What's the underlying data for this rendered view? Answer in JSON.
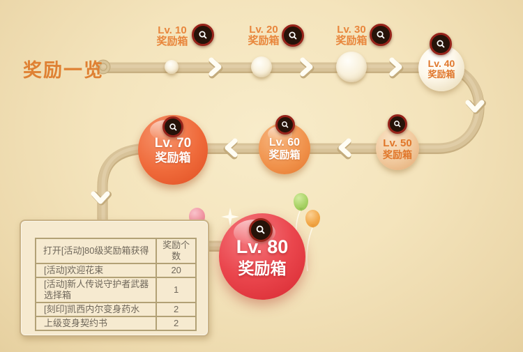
{
  "title": "奖励一览",
  "milestones": [
    {
      "level": "Lv. 10",
      "box": "奖励箱"
    },
    {
      "level": "Lv. 20",
      "box": "奖励箱"
    },
    {
      "level": "Lv. 30",
      "box": "奖励箱"
    },
    {
      "level": "Lv. 40",
      "box": "奖励箱"
    },
    {
      "level": "Lv. 50",
      "box": "奖励箱"
    },
    {
      "level": "Lv. 60",
      "box": "奖励箱"
    },
    {
      "level": "Lv. 70",
      "box": "奖励箱"
    },
    {
      "level": "Lv. 80",
      "box": "奖励箱"
    }
  ],
  "reward_table": {
    "header": {
      "item": "打开[活动]80级奖励箱获得",
      "count": "奖励个数"
    },
    "rows": [
      {
        "item": "[活动]欢迎花束",
        "count": "20"
      },
      {
        "item": "[活动]新人传说守护者武器选择箱",
        "count": "1"
      },
      {
        "item": "[刻印]凯西内尔变身药水",
        "count": "2"
      },
      {
        "item": "上级变身契约书",
        "count": "2"
      }
    ]
  },
  "icons": {
    "magnifier": "magnifier-icon",
    "arrow": "chevron-arrow"
  },
  "colors": {
    "title_orange": "#df8133",
    "label_orange": "#e8863c",
    "track_tan": "#d8c399",
    "ball_lv60": "#ef914a",
    "ball_lv70": "#ef6a3a",
    "ball_lv80": "#e8434b",
    "magnifier_ring": "#96231a",
    "magnifier_bg": "#261309",
    "panel_bg": "#f6ead0",
    "table_border": "#b2a176"
  }
}
